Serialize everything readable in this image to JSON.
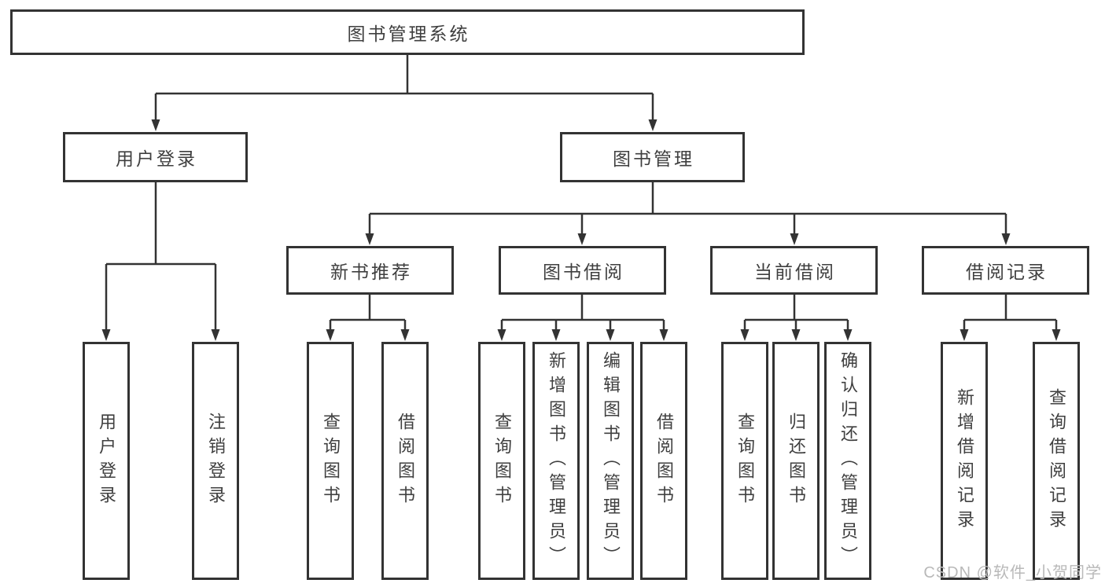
{
  "tree": {
    "label": "图书管理系统",
    "children": [
      {
        "label": "用户登录",
        "children": [
          {
            "label": "用户登录"
          },
          {
            "label": "注销登录"
          }
        ]
      },
      {
        "label": "图书管理",
        "children": [
          {
            "label": "新书推荐",
            "children": [
              {
                "label": "查询图书"
              },
              {
                "label": "借阅图书"
              }
            ]
          },
          {
            "label": "图书借阅",
            "children": [
              {
                "label": "查询图书"
              },
              {
                "label": "新增图书（管理员）"
              },
              {
                "label": "编辑图书（管理员）"
              },
              {
                "label": "借阅图书"
              }
            ]
          },
          {
            "label": "当前借阅",
            "children": [
              {
                "label": "查询图书"
              },
              {
                "label": "归还图书"
              },
              {
                "label": "确认归还（管理员）"
              }
            ]
          },
          {
            "label": "借阅记录",
            "children": [
              {
                "label": "新增借阅记录"
              },
              {
                "label": "查询借阅记录"
              }
            ]
          }
        ]
      }
    ]
  },
  "watermark": {
    "text": "CSDN @软件_小贺同学"
  },
  "colors": {
    "box_border": "#333333",
    "line": "#333333",
    "text": "#3f3f3f",
    "watermark": "#b9b9b9",
    "background": "#ffffff"
  }
}
